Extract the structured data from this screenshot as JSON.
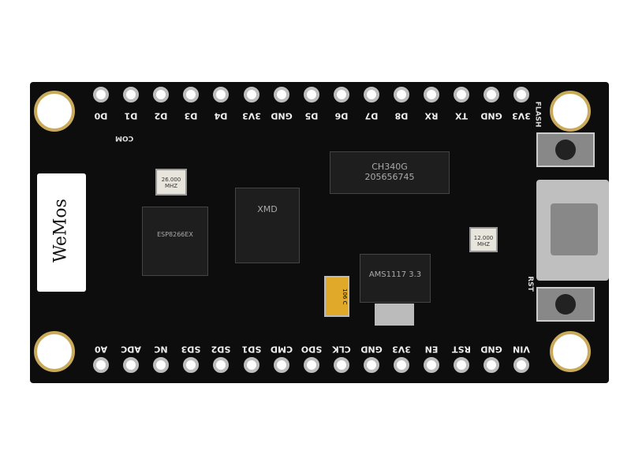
{
  "top_pins": [
    "D0",
    "D1",
    "D2",
    "D3",
    "D4",
    "3V3",
    "GND",
    "D5",
    "D6",
    "D7",
    "D8",
    "RX",
    "TX",
    "GND",
    "3V3"
  ],
  "bottom_pins": [
    "A0",
    "ADC",
    "NC",
    "SD3",
    "SD2",
    "SD1",
    "CMD",
    "SDO",
    "CLK",
    "GND",
    "3V3",
    "EN",
    "RST",
    "GND",
    "VIN"
  ],
  "logo": "WeMos",
  "silkscreen": {
    "com": "COM",
    "flash": "FLASH",
    "rst": "RST"
  },
  "chips": {
    "esp": "ESP8266EX",
    "crystal1": "26.000 MHZ",
    "flash": "XMD",
    "ch340": "CH340G",
    "ch340_code": "205656745",
    "regulator": "AMS1117 3.3",
    "crystal2": "12.000 MHZ",
    "cap": "106 C"
  }
}
